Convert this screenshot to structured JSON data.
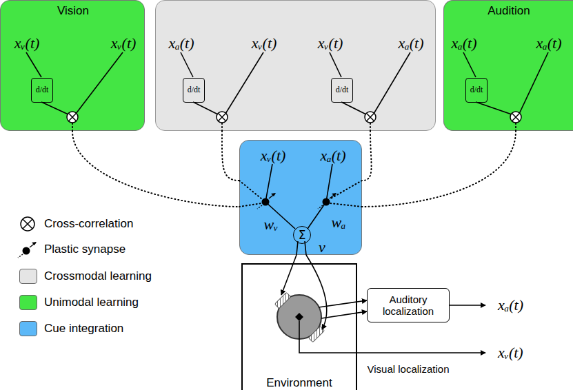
{
  "diagram": {
    "nodes": [
      {
        "text": [
          "Vision",
          "xᵥ(t)",
          "xᵥ(t)"
        ]
      },
      {
        "text": [
          "d/dt"
        ],
        "in": 0
      },
      {
        "text": [
          "xₐ(t)",
          "xᵥ(t)",
          "xᵥ(t)",
          "xₐ(t)"
        ]
      },
      {
        "text": [
          "d/dt"
        ],
        "in": 2
      },
      {
        "text": [
          "d/dt"
        ],
        "in": 2
      },
      {
        "text": [
          "Audition",
          "xₐ(t)",
          "xₐ(t)"
        ]
      },
      {
        "text": [
          "d/dt"
        ],
        "in": 5
      },
      {
        "text": [
          "xᵥ(t)",
          "xₐ(t)",
          "wᵥ",
          "wₐ",
          "v"
        ]
      },
      {
        "text": [
          "Σ"
        ],
        "in": 7
      },
      {
        "text": [
          "Environment"
        ]
      },
      {
        "text": [
          "Auditory localization"
        ]
      }
    ],
    "edges": [
      {
        "from": 0,
        "to": 7,
        "arrow": "none"
      },
      {
        "from": 2,
        "to": 7,
        "arrow": "none"
      },
      {
        "from": 2,
        "to": 7,
        "arrow": "none"
      },
      {
        "from": 5,
        "to": 7,
        "arrow": "none"
      },
      {
        "from": 7,
        "to": 9,
        "arrow": "to"
      },
      {
        "from": 7,
        "to": 9,
        "arrow": "to"
      },
      {
        "from": 9,
        "to": 10,
        "arrow": "to"
      },
      {
        "from": 9,
        "to": 10,
        "arrow": "to"
      }
    ],
    "labels": [
      "xₐ(t)",
      "Visual localization",
      "xᵥ(t)"
    ],
    "legend": [
      {
        "text": "Cross-correlation"
      },
      {
        "text": "Plastic synapse"
      },
      {
        "text": "Crossmodal learning",
        "color": "#e5e5e5"
      },
      {
        "text": "Unimodal learning",
        "color": "#44e544"
      },
      {
        "text": "Cue integration",
        "color": "#5cb8f7"
      }
    ]
  }
}
